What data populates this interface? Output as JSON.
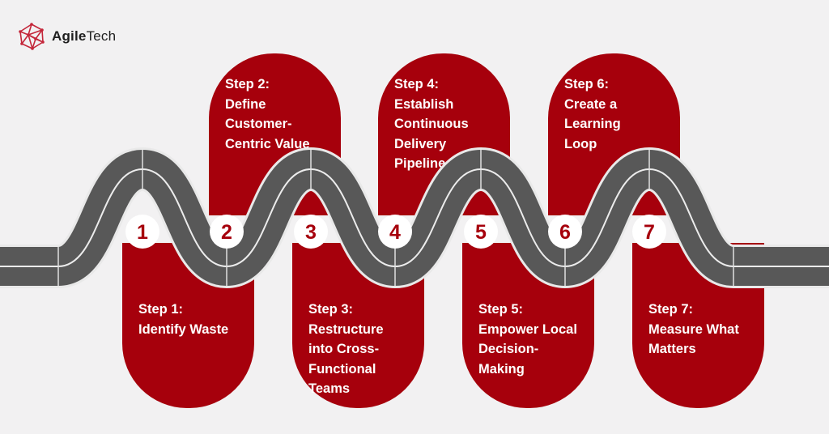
{
  "brand": {
    "name_part1": "Agile",
    "name_part2": "Tech",
    "accent_color": "#a6000c",
    "logo_icon": "geodesic-globe-icon"
  },
  "steps": [
    {
      "number": "1",
      "label": "Step 1:\nIdentify Waste"
    },
    {
      "number": "2",
      "label": "Step 2:\nDefine\nCustomer-\nCentric Value"
    },
    {
      "number": "3",
      "label": "Step 3:\nRestructure\ninto Cross-\nFunctional\nTeams"
    },
    {
      "number": "4",
      "label": "Step 4:\nEstablish\nContinuous\nDelivery\nPipelines"
    },
    {
      "number": "5",
      "label": "Step 5:\nEmpower Local\nDecision-\nMaking"
    },
    {
      "number": "6",
      "label": "Step 6:\nCreate a\nLearning\nLoop"
    },
    {
      "number": "7",
      "label": "Step 7:\nMeasure What\nMatters"
    }
  ]
}
